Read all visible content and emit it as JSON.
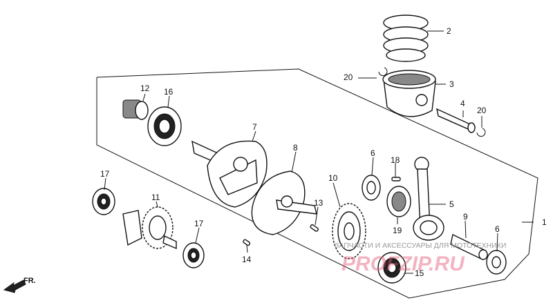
{
  "callouts": {
    "c1": "1",
    "c2": "2",
    "c3": "3",
    "c4": "4",
    "c5": "5",
    "c6a": "6",
    "c6b": "6",
    "c7": "7",
    "c8": "8",
    "c9": "9",
    "c10": "10",
    "c11": "11",
    "c12": "12",
    "c13": "13",
    "c14": "14",
    "c15": "15",
    "c16": "16",
    "c17a": "17",
    "c17b": "17",
    "c18": "18",
    "c19": "19",
    "c20a": "20",
    "c20b": "20"
  },
  "direction_label": "FR.",
  "watermark": {
    "tagline": "ЗАПЧАСТИ И АКСЕССУАРЫ ДЛЯ МОТОТЕХНИКИ",
    "brand": "PROFZIP.RU"
  },
  "colors": {
    "line": "#111111",
    "watermark_brand": "#e35a78",
    "watermark_text": "#9a9a9a"
  }
}
